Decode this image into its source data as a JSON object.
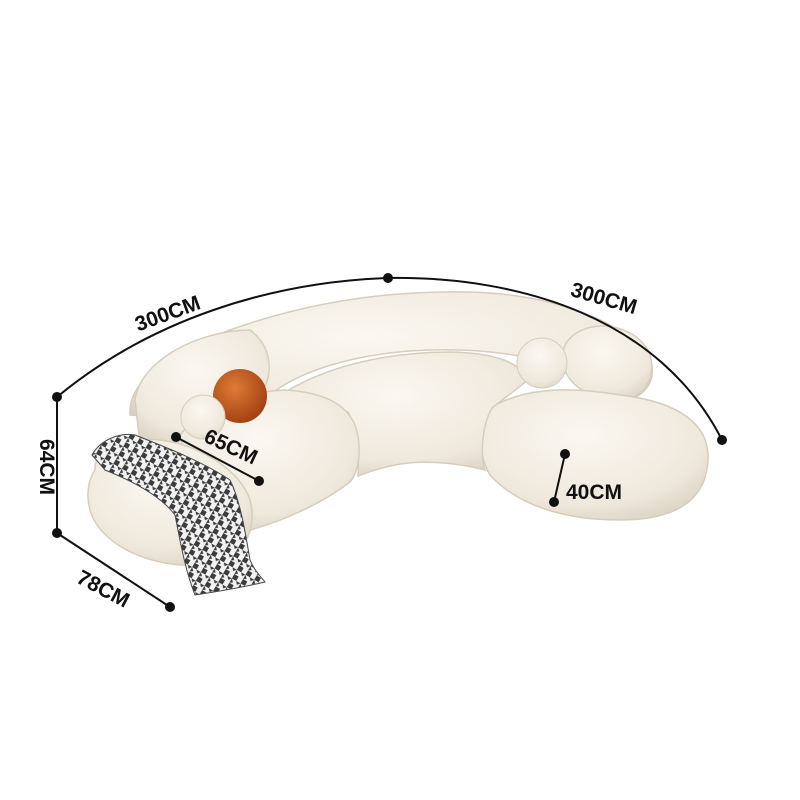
{
  "colors": {
    "background": "#ffffff",
    "sofa_fabric": "#f1ece2",
    "sofa_shadow": "#d9d1c3",
    "pillow_orange": "#c4561c",
    "blanket": "#5a5a5a",
    "dimension_line": "#111111"
  },
  "dimensions": {
    "left_length": "300CM",
    "right_length": "300CM",
    "height": "64CM",
    "depth": "78CM",
    "seat_depth": "65CM",
    "seat_height": "40CM"
  }
}
